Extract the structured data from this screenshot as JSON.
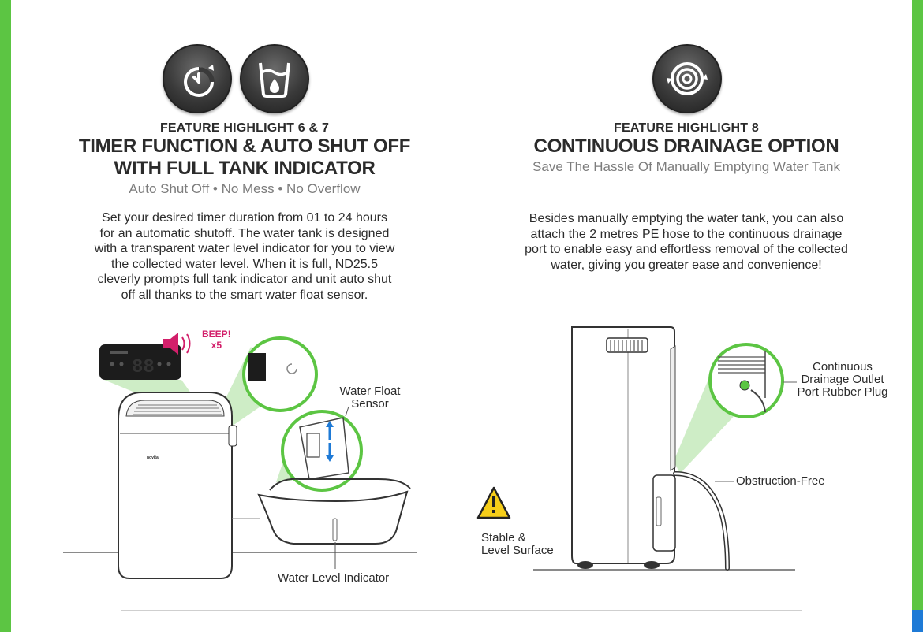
{
  "left": {
    "kicker": "FEATURE HIGHLIGHT 6 & 7",
    "title_line1": "TIMER FUNCTION & AUTO SHUT OFF",
    "title_line2": "WITH FULL TANK INDICATOR",
    "subtitle": "Auto Shut Off • No Mess • No Overflow",
    "body": [
      "Set your desired timer duration from 01 to 24 hours",
      "for an automatic shutoff. The water tank is designed",
      "with a transparent water level indicator for you to view",
      "the collected water level. When it is full, ND25.5",
      "cleverly prompts full tank indicator and unit auto shut",
      "off all thanks to the smart water float sensor."
    ],
    "icons": [
      "timer-icon",
      "water-tank-icon"
    ],
    "callouts": {
      "beep_line1": "BEEP!",
      "beep_line2": "x5",
      "float_line1": "Water Float",
      "float_line2": "Sensor",
      "level": "Water Level Indicator"
    },
    "brand_mark": "novita"
  },
  "right": {
    "kicker": "FEATURE HIGHLIGHT 8",
    "title": "CONTINUOUS DRAINAGE OPTION",
    "subtitle": "Save The Hassle Of Manually Emptying Water Tank",
    "body": [
      "Besides manually emptying the water tank, you can also",
      "attach the 2 metres PE hose to the continuous drainage",
      "port to enable easy and effortless removal of the collected",
      "water, giving you greater ease and convenience!"
    ],
    "icons": [
      "drainage-swirl-icon"
    ],
    "callouts": {
      "outlet_line1": "Continuous",
      "outlet_line2": "Drainage Outlet",
      "outlet_line3": "Port Rubber Plug",
      "obstruction": "Obstruction-Free",
      "surface_line1": "Stable &",
      "surface_line2": "Level Surface"
    }
  },
  "colors": {
    "accent_green": "#5cc543",
    "accent_blue": "#1e7ad6",
    "beep_magenta": "#d21f6a",
    "subtitle_gray": "#7d7d7d",
    "warning_yellow": "#f5cd18"
  }
}
